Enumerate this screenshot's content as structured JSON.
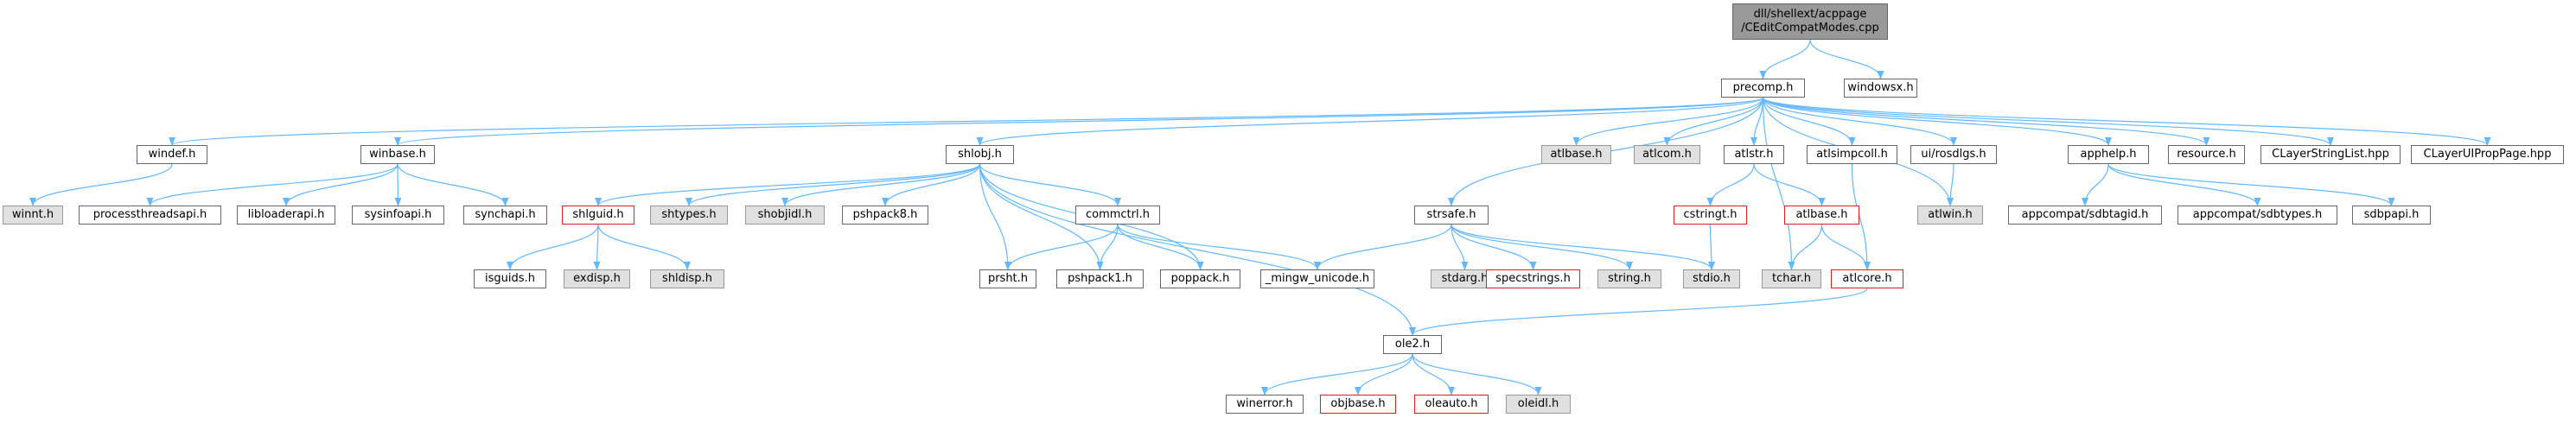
{
  "diagram": {
    "nodes": {
      "root_l1": "dll/shellext/acppage",
      "root_l2": "/CEditCompatModes.cpp",
      "precomp": "precomp.h",
      "windowsx": "windowsx.h",
      "windef": "windef.h",
      "winbase": "winbase.h",
      "shlobj": "shlobj.h",
      "strsafe": "strsafe.h",
      "atlbase_grey": "atlbase.h",
      "atlcom": "atlcom.h",
      "atlstr": "atlstr.h",
      "atlsimpcoll": "atlsimpcoll.h",
      "rosdlgs": "ui/rosdlgs.h",
      "apphelp": "apphelp.h",
      "resource": "resource.h",
      "clayerstringlist": "CLayerStringList.hpp",
      "clayeruiproppage": "CLayerUIPropPage.hpp",
      "winnt": "winnt.h",
      "processthreadsapi": "processthreadsapi.h",
      "libloaderapi": "libloaderapi.h",
      "sysinfoapi": "sysinfoapi.h",
      "synchapi": "synchapi.h",
      "shlguid": "shlguid.h",
      "shtypes": "shtypes.h",
      "shobjidl": "shobjidl.h",
      "pshpack8": "pshpack8.h",
      "commctrl": "commctrl.h",
      "cstringt": "cstringt.h",
      "atlbase_red": "atlbase.h",
      "atlwin": "atlwin.h",
      "sdbtagid": "appcompat/sdbtagid.h",
      "sdbtypes": "appcompat/sdbtypes.h",
      "sdbpapi": "sdbpapi.h",
      "isguids": "isguids.h",
      "exdisp": "exdisp.h",
      "shldisp": "shldisp.h",
      "prsht": "prsht.h",
      "pshpack1": "pshpack1.h",
      "poppack": "poppack.h",
      "mingw_unicode": "_mingw_unicode.h",
      "stdarg": "stdarg.h",
      "specstrings": "specstrings.h",
      "string": "string.h",
      "stdio": "stdio.h",
      "tchar": "tchar.h",
      "atlcore": "atlcore.h",
      "ole2": "ole2.h",
      "winerror": "winerror.h",
      "objbase": "objbase.h",
      "oleauto": "oleauto.h",
      "oleidl": "oleidl.h"
    },
    "edges": [
      [
        "root",
        "precomp"
      ],
      [
        "root",
        "windowsx"
      ],
      [
        "precomp",
        "windef"
      ],
      [
        "precomp",
        "winbase"
      ],
      [
        "precomp",
        "shlobj"
      ],
      [
        "precomp",
        "strsafe"
      ],
      [
        "precomp",
        "atlbase_grey"
      ],
      [
        "precomp",
        "atlcom"
      ],
      [
        "precomp",
        "atlstr"
      ],
      [
        "precomp",
        "atlsimpcoll"
      ],
      [
        "precomp",
        "rosdlgs"
      ],
      [
        "precomp",
        "apphelp"
      ],
      [
        "precomp",
        "resource"
      ],
      [
        "precomp",
        "clayerstringlist"
      ],
      [
        "precomp",
        "clayeruiproppage"
      ],
      [
        "precomp",
        "atlwin"
      ],
      [
        "precomp",
        "tchar"
      ],
      [
        "windef",
        "winnt"
      ],
      [
        "winbase",
        "processthreadsapi"
      ],
      [
        "winbase",
        "libloaderapi"
      ],
      [
        "winbase",
        "sysinfoapi"
      ],
      [
        "winbase",
        "synchapi"
      ],
      [
        "shlobj",
        "shlguid"
      ],
      [
        "shlobj",
        "shtypes"
      ],
      [
        "shlobj",
        "shobjidl"
      ],
      [
        "shlobj",
        "pshpack8"
      ],
      [
        "shlobj",
        "commctrl"
      ],
      [
        "shlobj",
        "prsht"
      ],
      [
        "shlobj",
        "pshpack1"
      ],
      [
        "shlobj",
        "poppack"
      ],
      [
        "shlobj",
        "ole2"
      ],
      [
        "shlguid",
        "isguids"
      ],
      [
        "shlguid",
        "exdisp"
      ],
      [
        "shlguid",
        "shldisp"
      ],
      [
        "commctrl",
        "prsht"
      ],
      [
        "commctrl",
        "pshpack1"
      ],
      [
        "commctrl",
        "poppack"
      ],
      [
        "commctrl",
        "mingw_unicode"
      ],
      [
        "strsafe",
        "mingw_unicode"
      ],
      [
        "strsafe",
        "stdarg"
      ],
      [
        "strsafe",
        "specstrings"
      ],
      [
        "strsafe",
        "string"
      ],
      [
        "strsafe",
        "stdio"
      ],
      [
        "atlstr",
        "cstringt"
      ],
      [
        "atlstr",
        "atlbase_red"
      ],
      [
        "cstringt",
        "stdio"
      ],
      [
        "atlbase_red",
        "tchar"
      ],
      [
        "atlbase_red",
        "atlcore"
      ],
      [
        "atlsimpcoll",
        "atlcore"
      ],
      [
        "rosdlgs",
        "atlwin"
      ],
      [
        "apphelp",
        "sdbtagid"
      ],
      [
        "apphelp",
        "sdbtypes"
      ],
      [
        "apphelp",
        "sdbpapi"
      ],
      [
        "atlcore",
        "ole2"
      ],
      [
        "ole2",
        "winerror"
      ],
      [
        "ole2",
        "objbase"
      ],
      [
        "ole2",
        "oleauto"
      ],
      [
        "ole2",
        "oleidl"
      ]
    ],
    "colors": {
      "edge": "#63b8ff",
      "red_border": "#e02020",
      "grey_fill": "#e0e0e0",
      "root_fill": "#999999"
    }
  }
}
